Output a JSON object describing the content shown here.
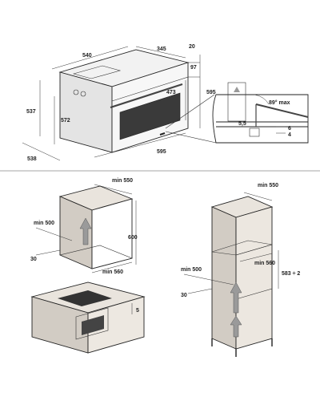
{
  "colors": {
    "cabinet_side": "#cfc9c1",
    "cabinet_front": "#e6e1da",
    "oven_face": "#efefef",
    "oven_dark": "#3a3a3a",
    "arrow": "#9a9a9a",
    "divider": "#888888"
  },
  "top_view": {
    "labels": {
      "w540": "540",
      "d345": "345",
      "g20": "20",
      "h97": "97",
      "h537": "537",
      "h572": "572",
      "h473": "473",
      "h595": "595",
      "w538": "538",
      "w595": "595"
    },
    "detail": {
      "angle": "89° max",
      "d55": "5,5",
      "d6": "6",
      "d4": "4"
    }
  },
  "under_counter": {
    "min550": "min 550",
    "min500": "min 500",
    "h600": "600",
    "d30": "30",
    "min560": "min 560"
  },
  "hob_view": {
    "d5": "5"
  },
  "column": {
    "min550": "min 550",
    "min560": "min 560",
    "min500": "min 500",
    "h583": "583 ÷ 2",
    "d30": "30"
  }
}
